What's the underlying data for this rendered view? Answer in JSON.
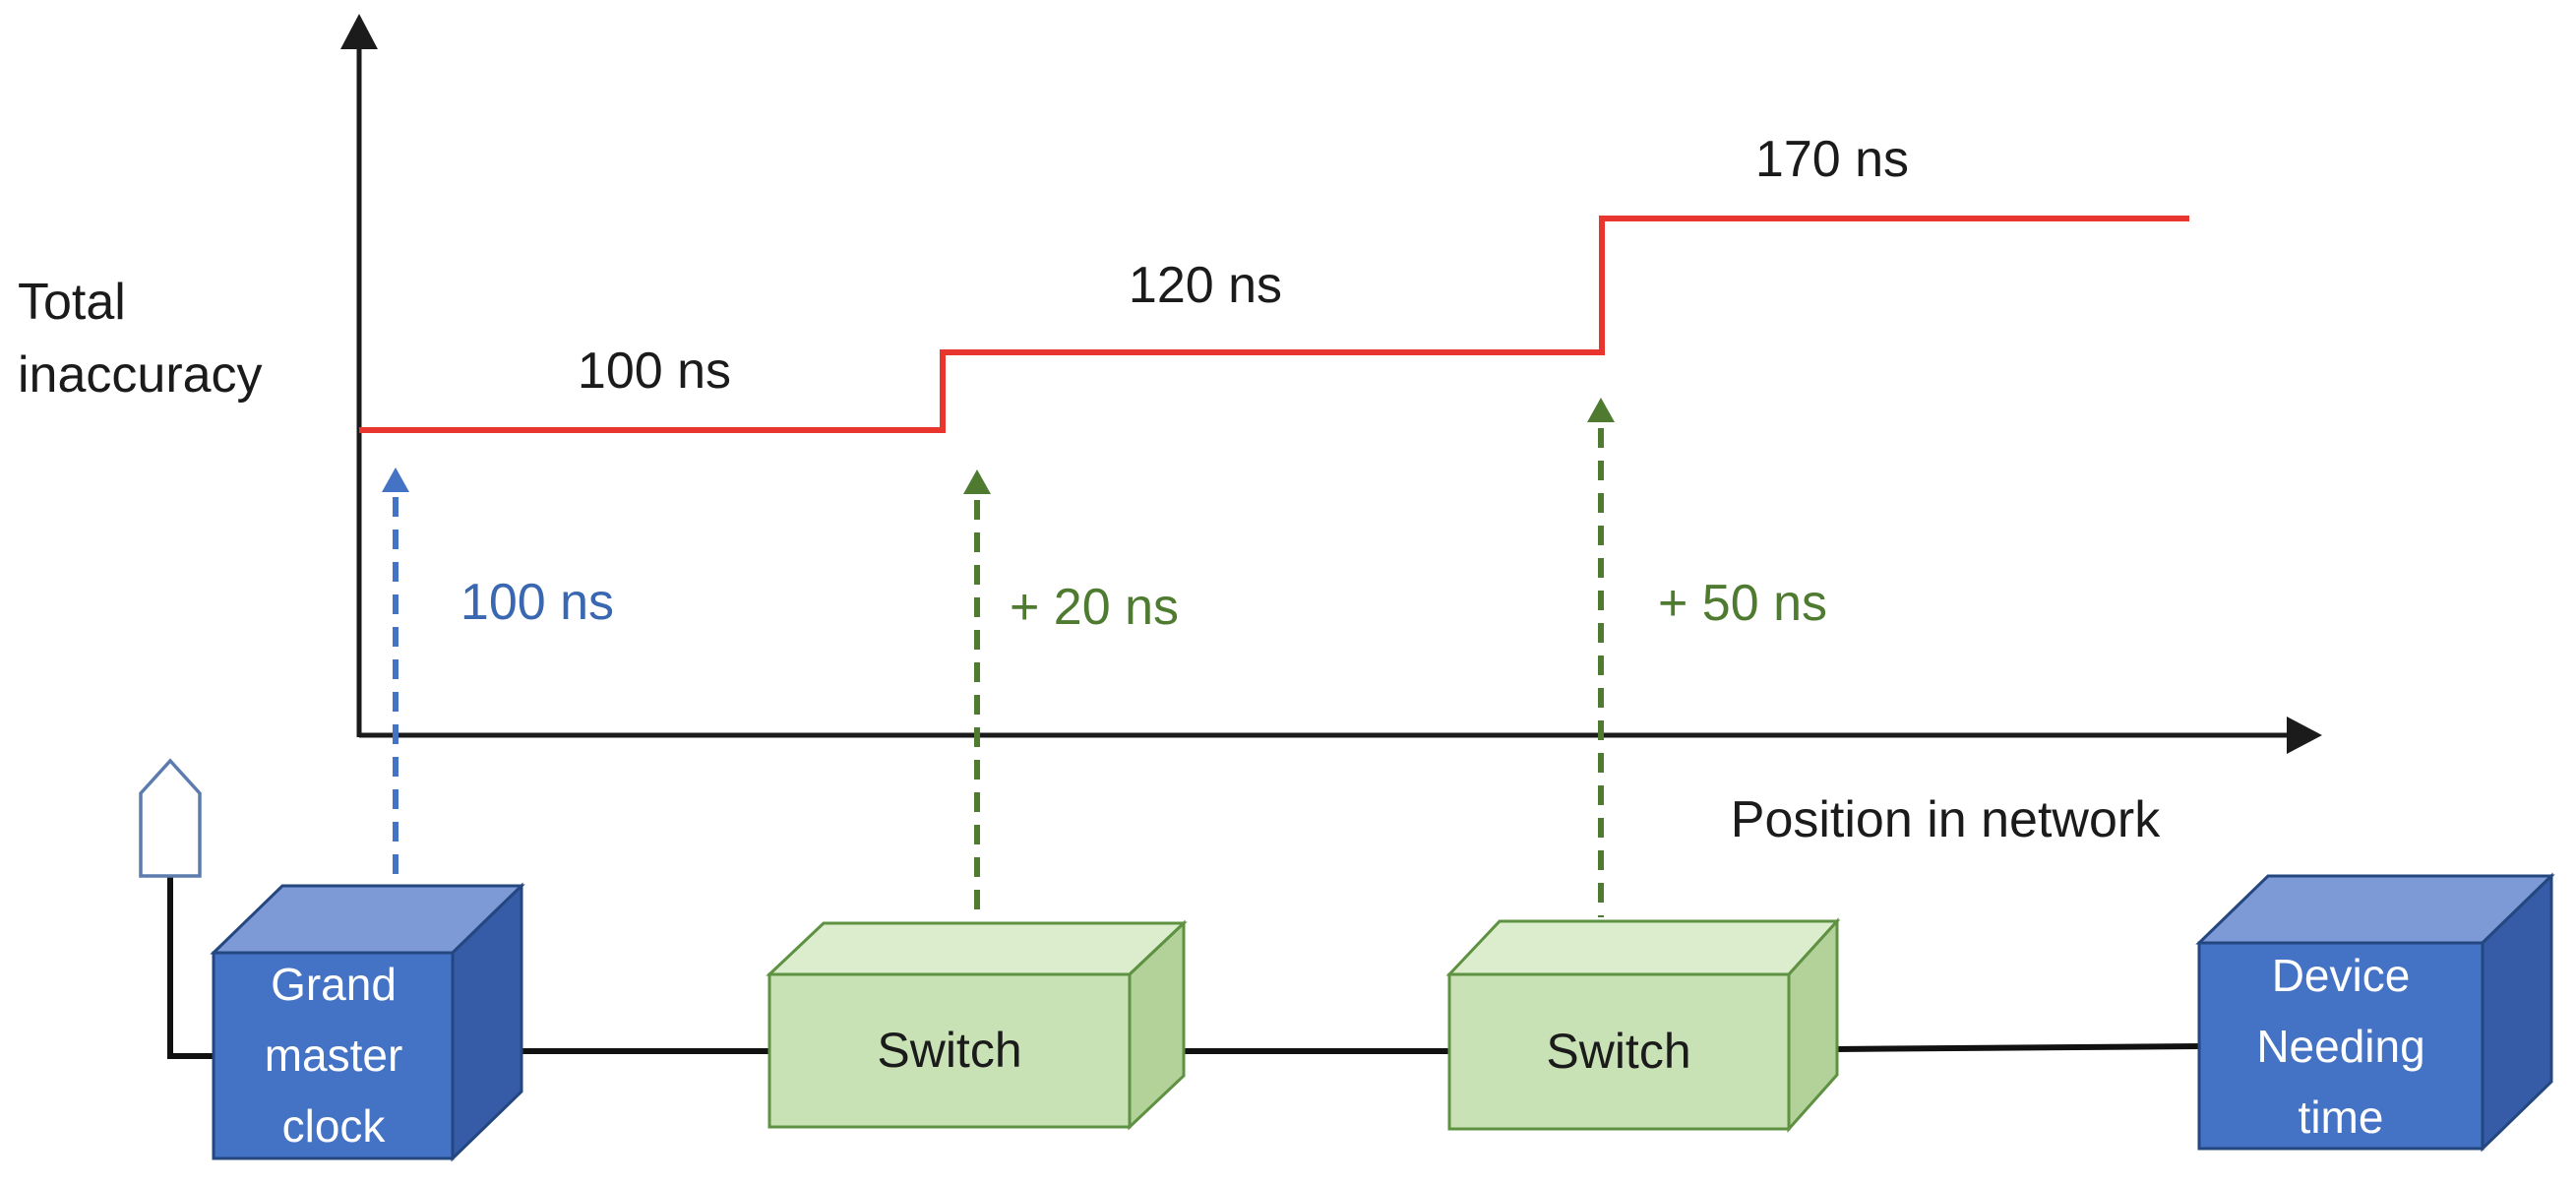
{
  "figure": {
    "y_axis_label": "Total\ninaccuracy",
    "x_axis_label": "Position in network",
    "step_labels": [
      "100 ns",
      "120 ns",
      "170 ns"
    ],
    "increment_labels": {
      "grandmaster": "100 ns",
      "switch1": "+ 20 ns",
      "switch2": "+ 50 ns"
    }
  },
  "devices": {
    "grandmaster": "Grand\nmaster\nclock",
    "switch1": "Switch",
    "switch2": "Switch",
    "device": "Device\nNeeding\ntime"
  },
  "colors": {
    "step_line_red": "#E8352E",
    "blue_arrow": "#4472C4",
    "blue_label_text": "#3968B1",
    "green_arrow": "#4E7B30",
    "blue_box_front": "#4472C4",
    "blue_box_top": "#7D9AD6",
    "blue_box_side": "#365CA8",
    "blue_box_outline": "#24477F",
    "green_box_front": "#C9E2B5",
    "green_box_top": "#DCEDCD",
    "green_box_side": "#B2D29A",
    "green_box_outline": "#5E9142",
    "axis_black": "#1b1b1b",
    "antenna_outline": "#5C7BAE"
  },
  "chart_data": {
    "type": "line",
    "subtype": "step",
    "title": "",
    "xlabel": "Position in network",
    "ylabel": "Total inaccuracy",
    "categories": [
      "Grand master clock",
      "Switch",
      "Switch"
    ],
    "values_ns": [
      100,
      120,
      170
    ],
    "increments_ns": [
      100,
      20,
      50
    ],
    "grid": false,
    "legend": false
  }
}
